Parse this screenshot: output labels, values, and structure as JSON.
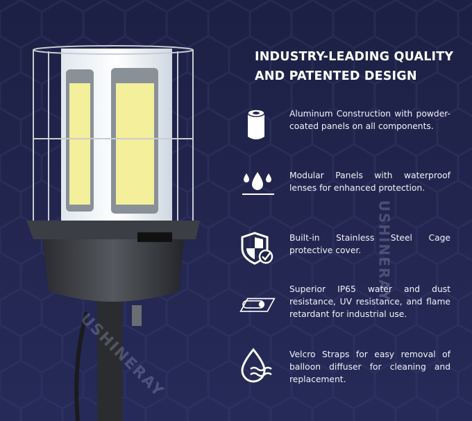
{
  "heading": {
    "line1": "INDUSTRY-LEADING QUALITY",
    "line2": "AND PATENTED DESIGN"
  },
  "features": [
    {
      "icon": "cylinder-icon",
      "text": "Aluminum Construction with powder-coated panels on all components."
    },
    {
      "icon": "water-drops-icon",
      "text": "Modular Panels with waterproof lenses for enhanced protection."
    },
    {
      "icon": "shield-check-icon",
      "text": "Built-in Stainless Steel Cage protective cover."
    },
    {
      "icon": "fabric-roll-icon",
      "text": "Superior IP65 water and dust resistance, UV resistance, and flame retardant for industrial use."
    },
    {
      "icon": "water-drop-waves-icon",
      "text": "Velcro Straps for easy removal of balloon diffuser for cleaning and replacement."
    }
  ],
  "watermark": "USHINERAY",
  "colors": {
    "background": "#1f2349",
    "text": "#ffffff"
  }
}
